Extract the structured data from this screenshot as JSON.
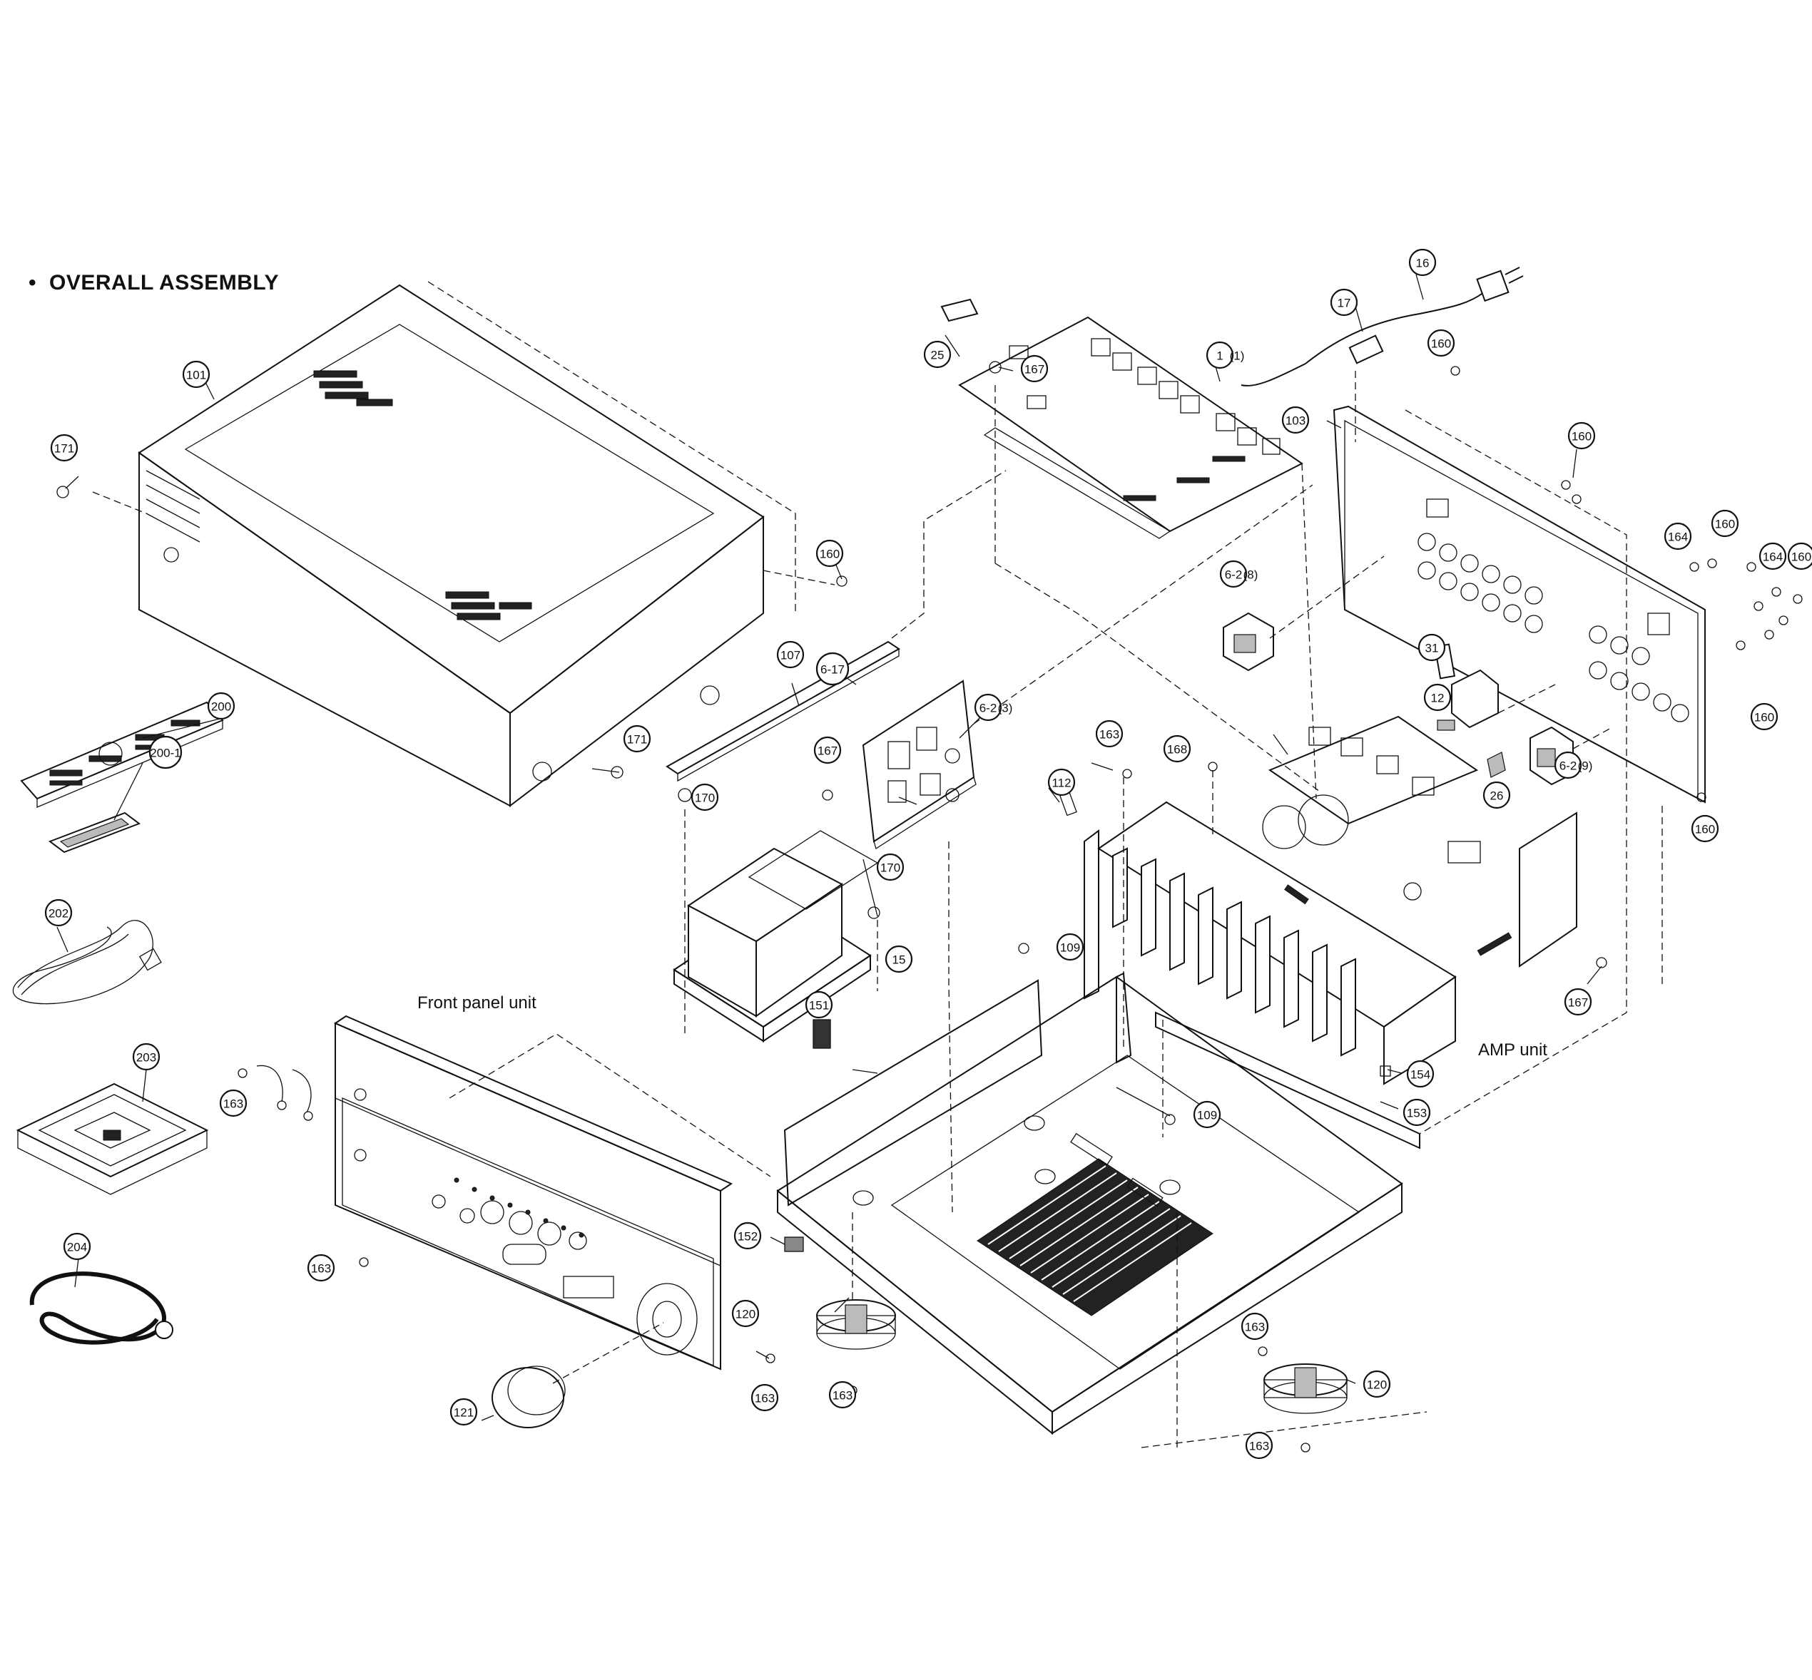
{
  "title": "OVERALL ASSEMBLY",
  "unit_labels": {
    "front_panel": "Front panel unit",
    "amp": "AMP unit"
  },
  "callouts": [
    {
      "id": "101",
      "suffix": ""
    },
    {
      "id": "171",
      "suffix": ""
    },
    {
      "id": "171",
      "suffix": ""
    },
    {
      "id": "160",
      "suffix": ""
    },
    {
      "id": "107",
      "suffix": ""
    },
    {
      "id": "6-17",
      "suffix": ""
    },
    {
      "id": "200",
      "suffix": ""
    },
    {
      "id": "200-1",
      "suffix": ""
    },
    {
      "id": "202",
      "suffix": ""
    },
    {
      "id": "203",
      "suffix": ""
    },
    {
      "id": "204",
      "suffix": ""
    },
    {
      "id": "163",
      "suffix": ""
    },
    {
      "id": "163",
      "suffix": ""
    },
    {
      "id": "163",
      "suffix": ""
    },
    {
      "id": "121",
      "suffix": ""
    },
    {
      "id": "120",
      "suffix": ""
    },
    {
      "id": "163",
      "suffix": ""
    },
    {
      "id": "152",
      "suffix": ""
    },
    {
      "id": "151",
      "suffix": ""
    },
    {
      "id": "170",
      "suffix": ""
    },
    {
      "id": "170",
      "suffix": ""
    },
    {
      "id": "15",
      "suffix": ""
    },
    {
      "id": "167",
      "suffix": ""
    },
    {
      "id": "6-2",
      "suffix": "(3)"
    },
    {
      "id": "25",
      "suffix": ""
    },
    {
      "id": "167",
      "suffix": ""
    },
    {
      "id": "1",
      "suffix": "(1)"
    },
    {
      "id": "17",
      "suffix": ""
    },
    {
      "id": "16",
      "suffix": ""
    },
    {
      "id": "160",
      "suffix": ""
    },
    {
      "id": "103",
      "suffix": ""
    },
    {
      "id": "160",
      "suffix": ""
    },
    {
      "id": "164",
      "suffix": ""
    },
    {
      "id": "160",
      "suffix": ""
    },
    {
      "id": "164",
      "suffix": ""
    },
    {
      "id": "160",
      "suffix": ""
    },
    {
      "id": "160",
      "suffix": ""
    },
    {
      "id": "160",
      "suffix": ""
    },
    {
      "id": "6-2",
      "suffix": "(8)"
    },
    {
      "id": "31",
      "suffix": ""
    },
    {
      "id": "12",
      "suffix": ""
    },
    {
      "id": "6-2",
      "suffix": "(9)"
    },
    {
      "id": "26",
      "suffix": ""
    },
    {
      "id": "163",
      "suffix": ""
    },
    {
      "id": "168",
      "suffix": ""
    },
    {
      "id": "112",
      "suffix": ""
    },
    {
      "id": "109",
      "suffix": ""
    },
    {
      "id": "109",
      "suffix": ""
    },
    {
      "id": "167",
      "suffix": ""
    },
    {
      "id": "154",
      "suffix": ""
    },
    {
      "id": "153",
      "suffix": ""
    },
    {
      "id": "163",
      "suffix": ""
    },
    {
      "id": "120",
      "suffix": ""
    },
    {
      "id": "163",
      "suffix": ""
    }
  ]
}
